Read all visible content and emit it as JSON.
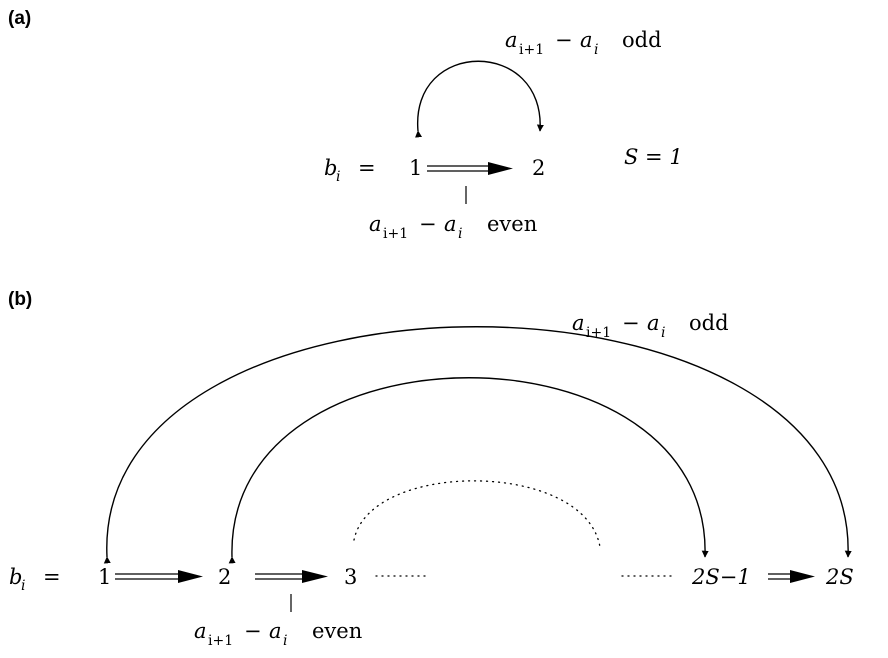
{
  "panel_a": {
    "label": "(a)",
    "odd_text": "odd",
    "even_text": "even",
    "b_label": "b",
    "b_sub": "i",
    "equals": "=",
    "node1": "1",
    "node2": "2",
    "s_eq": "S = 1"
  },
  "panel_b": {
    "label": "(b)",
    "odd_text": "odd",
    "even_text": "even",
    "b_label": "b",
    "b_sub": "i",
    "equals": "=",
    "node1": "1",
    "node2": "2",
    "node3": "3",
    "node_2s_minus_1": "2S−1",
    "node_2s": "2S"
  },
  "expr": {
    "a": "a",
    "sub_i": "i",
    "sub_i1": "i+1",
    "minus": "−"
  }
}
